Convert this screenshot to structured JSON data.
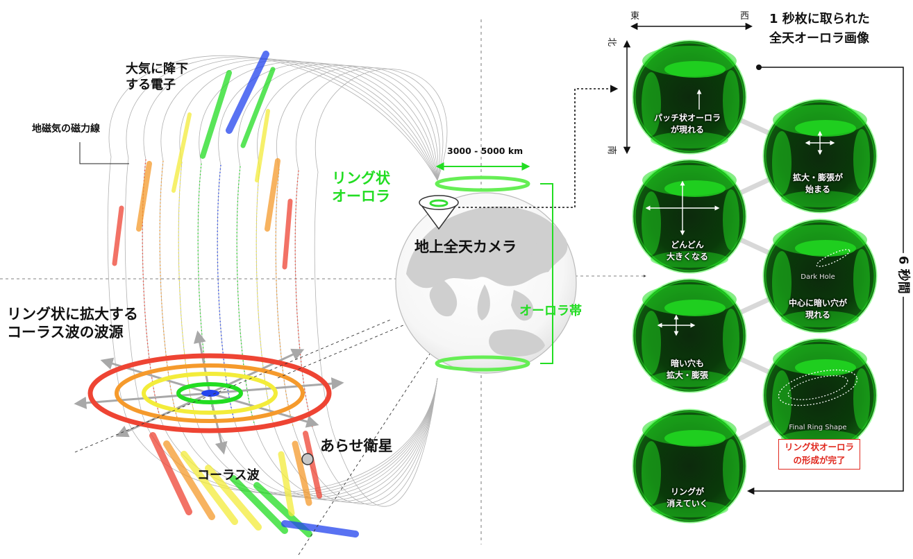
{
  "left_diagram": {
    "electron_label": "大気に降下\nする電子",
    "field_line_label": "地磁気の磁力線",
    "source_label": "リング状に拡大する\nコーラス波の波源",
    "chorus_label": "コーラス波",
    "satellite_label": "あらせ衛星"
  },
  "earth": {
    "ring_aurora_label": "リング状\nオーロラ",
    "camera_label": "地上全天カメラ",
    "aurora_band_label": "オーロラ帯",
    "size_label": "3000 - 5000 km"
  },
  "sequence": {
    "title": "1 秒枚に取られた\n全天オーロラ画像",
    "compass": {
      "east": "東",
      "west": "西",
      "north": "北",
      "south": "南"
    },
    "duration_label": "6 秒間",
    "panels": [
      {
        "caption": "パッチ状オーロラ\nが現れる",
        "tag": ""
      },
      {
        "caption": "拡大・膨張が\n始まる",
        "tag": ""
      },
      {
        "caption": "どんどん\n大きくなる",
        "tag": ""
      },
      {
        "caption": "中心に暗い穴が\n現れる",
        "tag": "Dark Hole"
      },
      {
        "caption": "暗い穴も\n拡大・膨張",
        "tag": ""
      },
      {
        "caption": "",
        "tag": "Final Ring Shape"
      },
      {
        "caption": "リングが\n消えていく",
        "tag": ""
      }
    ],
    "completion_label": "リング状オーロラ\nの形成が完了"
  },
  "colors": {
    "aurora_green": "#22dd22",
    "electron_blue": "#2244ee",
    "ring_red": "#ee4433",
    "ring_orange": "#f59a2c",
    "ring_yellow": "#f3ec3a",
    "highlight_red": "#e0281e"
  }
}
